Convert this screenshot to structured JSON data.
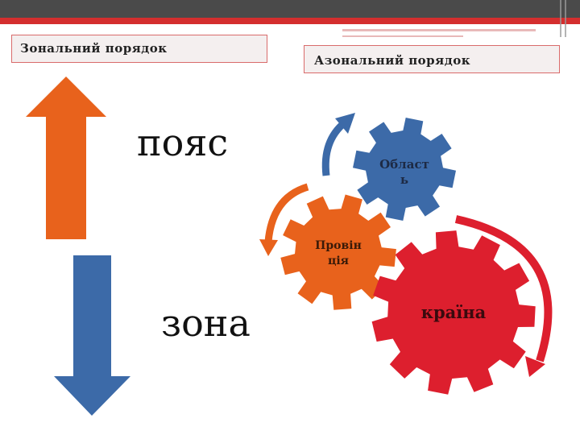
{
  "labels": {
    "zonal": "Зональний порядок",
    "azonal": "Азональний порядок"
  },
  "words": {
    "belt": "пояс",
    "zone": "зона"
  },
  "gears": {
    "region_line1": "Област",
    "region_line2": "ь",
    "province_line1": "Провін",
    "province_line2": "ція",
    "country": "країна"
  },
  "colors": {
    "orange": "#e8621c",
    "blue": "#3c6aa8",
    "red": "#dd1f2e",
    "box_border": "#d96b6b"
  }
}
